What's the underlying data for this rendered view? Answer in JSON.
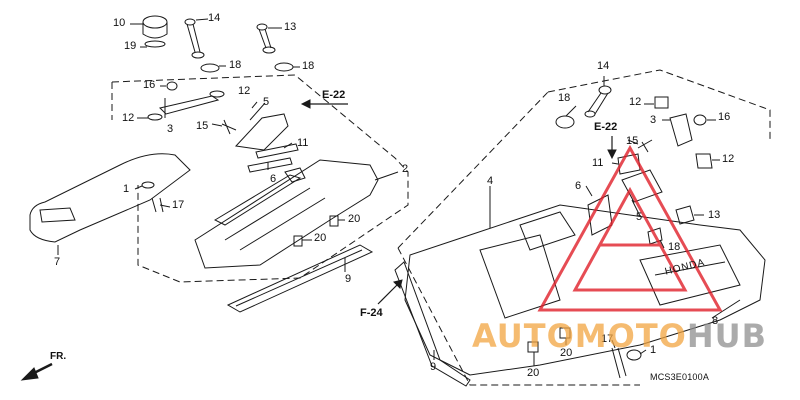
{
  "callouts": {
    "c10": "10",
    "c19": "19",
    "c14a": "14",
    "c13a": "13",
    "c18a": "18",
    "c18b": "18",
    "c16a": "16",
    "c12a": "12",
    "c12b": "12",
    "c5a": "5",
    "c3a": "3",
    "c15a": "15",
    "c11a": "11",
    "c6a": "6",
    "c2": "2",
    "c1a": "1",
    "c17a": "17",
    "c7": "7",
    "c20a": "20",
    "c20b": "20",
    "c9a": "9",
    "c18c": "18",
    "c14b": "14",
    "c12c": "12",
    "c3b": "3",
    "c16b": "16",
    "c15b": "15",
    "c12d": "12",
    "c11b": "11",
    "c4": "4",
    "c6b": "6",
    "c5b": "5",
    "c13b": "13",
    "c18d": "18",
    "c8": "8",
    "c17b": "17",
    "c1b": "1",
    "c20c": "20",
    "c20d": "20",
    "c9b": "9"
  },
  "refs": {
    "e22a": "E-22",
    "e22b": "E-22",
    "f24": "F-24"
  },
  "direction_label": "FR.",
  "diagram_code": "MCS3E0100A",
  "cover_brand": "HONDA",
  "watermark": {
    "part1": "AUTOMOTO",
    "part2": "HUB"
  },
  "colors": {
    "line": "#1a1a1a",
    "watermark_red": "#e0202a",
    "watermark_orange": "#f2a541",
    "watermark_gray": "#8f8f8f"
  }
}
